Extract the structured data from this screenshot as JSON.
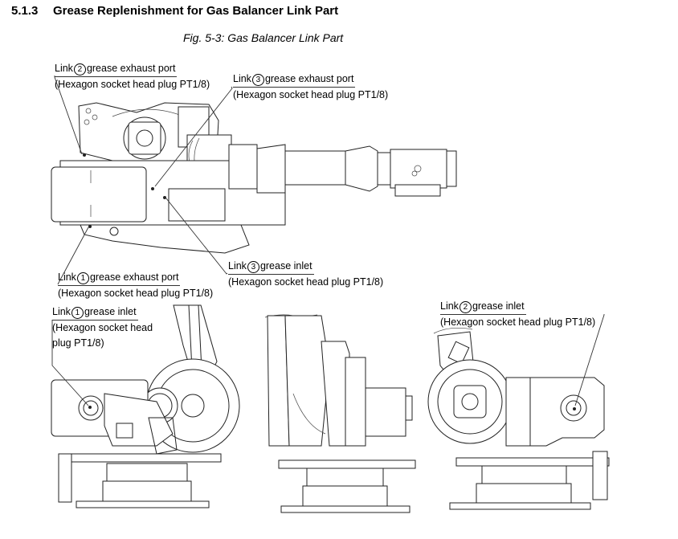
{
  "section": {
    "number": "5.1.3",
    "title": "Grease Replenishment for Gas Balancer Link Part"
  },
  "figure": {
    "caption": "Fig. 5-3: Gas Balancer Link Part",
    "views": [
      "top-view",
      "left-side-view",
      "front-view",
      "right-side-view"
    ]
  },
  "callouts": {
    "link2_exhaust": {
      "prefix": "Link",
      "link_no": "2",
      "label": "grease exhaust port",
      "detail": "(Hexagon socket head plug PT1/8)"
    },
    "link3_exhaust": {
      "prefix": "Link",
      "link_no": "3",
      "label": "grease exhaust port",
      "detail": "(Hexagon socket head plug PT1/8)"
    },
    "link3_inlet": {
      "prefix": "Link",
      "link_no": "3",
      "label": "grease inlet",
      "detail": "(Hexagon socket head plug PT1/8)"
    },
    "link1_exhaust": {
      "prefix": "Link",
      "link_no": "1",
      "label": "grease exhaust port",
      "detail": "(Hexagon socket head plug PT1/8)"
    },
    "link1_inlet": {
      "prefix": "Link",
      "link_no": "1",
      "label": "grease inlet",
      "detail_line1": "(Hexagon socket head",
      "detail_line2": "plug PT1/8)"
    },
    "link2_inlet": {
      "prefix": "Link",
      "link_no": "2",
      "label": "grease inlet",
      "detail": "(Hexagon socket head plug PT1/8)"
    }
  }
}
